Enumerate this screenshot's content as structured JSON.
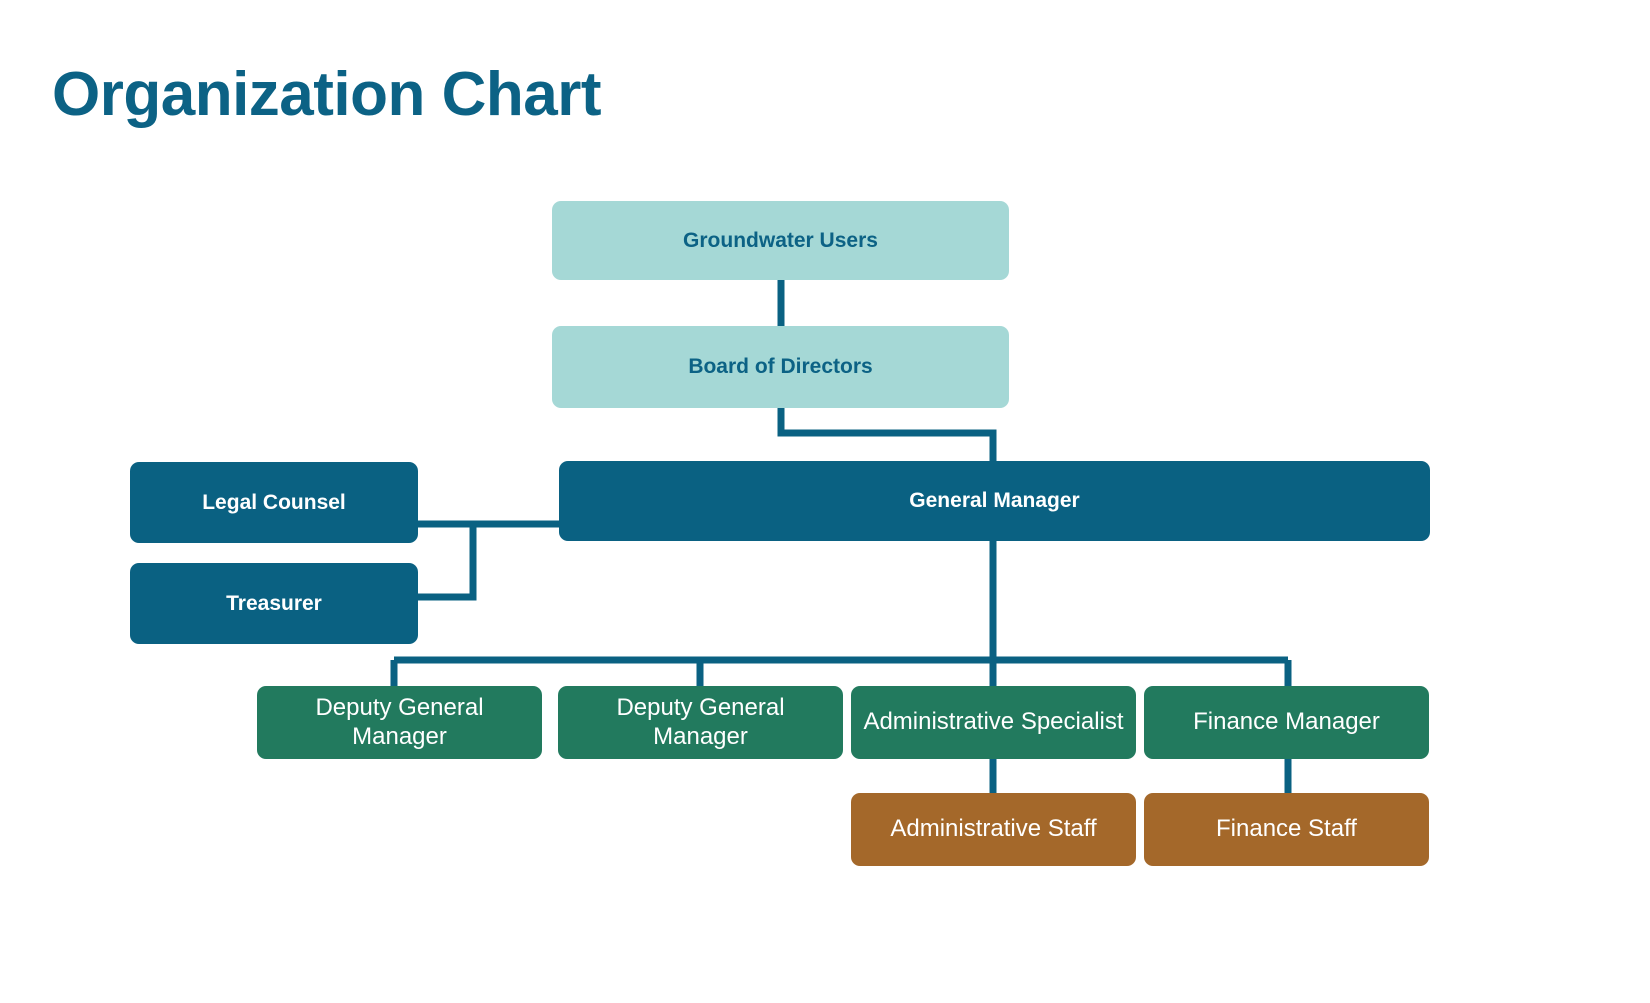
{
  "page": {
    "title": "Organization Chart",
    "background_color": "#ffffff",
    "title_color": "#0C6285"
  },
  "theme": {
    "connector_color": "#0A6182",
    "tier_users_fill": "#A5D8D6",
    "tier_users_text": "#0C6285",
    "tier_exec_fill": "#0A6182",
    "tier_exec_text": "#ffffff",
    "tier_managers_fill": "#227A5E",
    "tier_managers_text": "#ffffff",
    "tier_staff_fill": "#A4682A",
    "tier_staff_text": "#ffffff"
  },
  "chart_data": {
    "type": "diagram",
    "title": "Organization Chart",
    "nodes": [
      {
        "id": "groundwater-users",
        "label": "Groundwater Users",
        "tier": "users"
      },
      {
        "id": "board-of-directors",
        "label": "Board of Directors",
        "tier": "users"
      },
      {
        "id": "legal-counsel",
        "label": "Legal Counsel",
        "tier": "exec"
      },
      {
        "id": "treasurer",
        "label": "Treasurer",
        "tier": "exec"
      },
      {
        "id": "general-manager",
        "label": "General Manager",
        "tier": "exec"
      },
      {
        "id": "deputy-general-manager-1",
        "label": "Deputy General Manager",
        "tier": "managers"
      },
      {
        "id": "deputy-general-manager-2",
        "label": "Deputy General Manager",
        "tier": "managers"
      },
      {
        "id": "administrative-specialist",
        "label": "Administrative Specialist",
        "tier": "managers"
      },
      {
        "id": "finance-manager",
        "label": "Finance Manager",
        "tier": "managers"
      },
      {
        "id": "administrative-staff",
        "label": "Administrative Staff",
        "tier": "staff"
      },
      {
        "id": "finance-staff",
        "label": "Finance Staff",
        "tier": "staff"
      }
    ],
    "edges": [
      {
        "from": "groundwater-users",
        "to": "board-of-directors"
      },
      {
        "from": "board-of-directors",
        "to": "general-manager"
      },
      {
        "from": "general-manager",
        "to": "legal-counsel"
      },
      {
        "from": "general-manager",
        "to": "treasurer"
      },
      {
        "from": "general-manager",
        "to": "deputy-general-manager-1"
      },
      {
        "from": "general-manager",
        "to": "deputy-general-manager-2"
      },
      {
        "from": "general-manager",
        "to": "administrative-specialist"
      },
      {
        "from": "general-manager",
        "to": "finance-manager"
      },
      {
        "from": "administrative-specialist",
        "to": "administrative-staff"
      },
      {
        "from": "finance-manager",
        "to": "finance-staff"
      }
    ]
  },
  "nodes": {
    "groundwater_users": {
      "label": "Groundwater Users"
    },
    "board_of_directors": {
      "label": "Board of Directors"
    },
    "legal_counsel": {
      "label": "Legal Counsel"
    },
    "treasurer": {
      "label": "Treasurer"
    },
    "general_manager": {
      "label": "General Manager"
    },
    "deputy_general_manager_1": {
      "label": "Deputy General Manager"
    },
    "deputy_general_manager_2": {
      "label": "Deputy General Manager"
    },
    "administrative_specialist": {
      "label": "Administrative Specialist"
    },
    "finance_manager": {
      "label": "Finance Manager"
    },
    "administrative_staff": {
      "label": "Administrative Staff"
    },
    "finance_staff": {
      "label": "Finance Staff"
    }
  }
}
